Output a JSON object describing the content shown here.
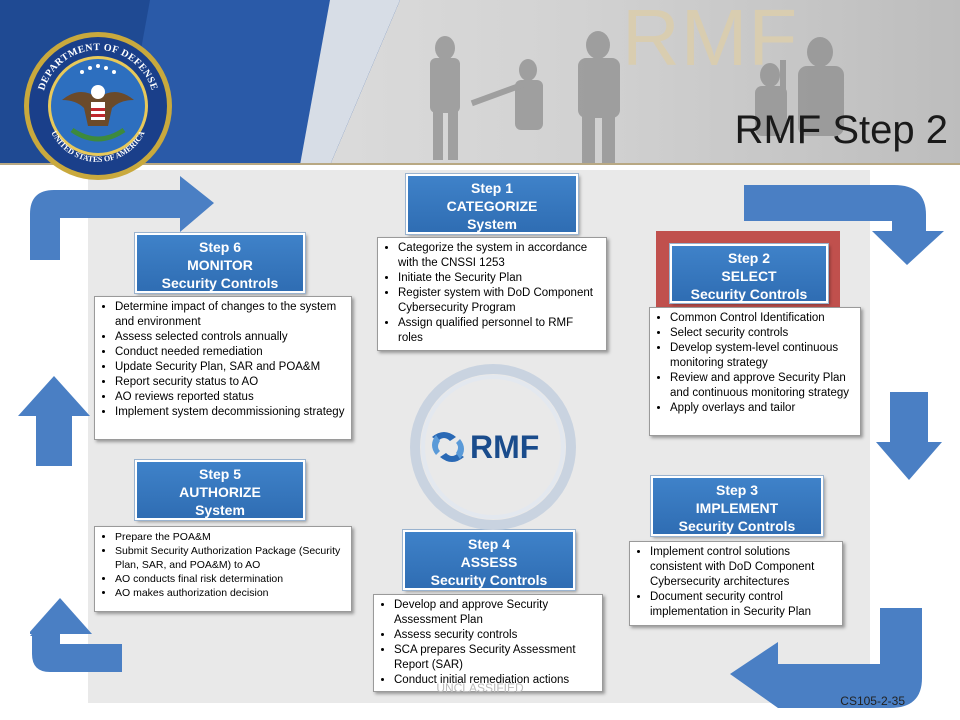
{
  "header": {
    "watermark": "RMF",
    "title": "RMF Step 2"
  },
  "seal": {
    "icon": "dod-seal-icon",
    "text_top": "DEPARTMENT OF DEFENSE",
    "text_bottom": "UNITED STATES OF AMERICA"
  },
  "logo": {
    "icon": "rmf-logo-icon",
    "text": "RMF"
  },
  "colors": {
    "step_blue": "#3578c0",
    "arrow_blue": "#4a7fc4",
    "highlight_red": "#c0504d",
    "panel_gray": "#e9e9e9"
  },
  "steps": {
    "step1": {
      "lines": [
        "Step 1",
        "CATEGORIZE",
        "System"
      ],
      "bullets": [
        "Categorize the system in accordance with the CNSSI 1253",
        "Initiate the Security Plan",
        "Register system with DoD Component Cybersecurity Program",
        "Assign qualified personnel to RMF roles"
      ]
    },
    "step2": {
      "lines": [
        "Step 2",
        "SELECT",
        "Security Controls"
      ],
      "highlighted": true,
      "bullets": [
        "Common Control Identification",
        "Select security controls",
        "Develop system-level continuous monitoring strategy",
        "Review and approve Security Plan and continuous monitoring strategy",
        "Apply overlays and tailor"
      ]
    },
    "step3": {
      "lines": [
        "Step 3",
        "IMPLEMENT",
        "Security Controls"
      ],
      "bullets": [
        "Implement control solutions consistent with DoD Component Cybersecurity architectures",
        "Document security control implementation in Security Plan"
      ]
    },
    "step4": {
      "lines": [
        "Step 4",
        "ASSESS",
        "Security Controls"
      ],
      "bullets": [
        "Develop and approve Security Assessment Plan",
        "Assess security controls",
        "SCA prepares Security Assessment Report (SAR)",
        "Conduct initial remediation actions"
      ]
    },
    "step5": {
      "lines": [
        "Step 5",
        "AUTHORIZE",
        "System"
      ],
      "bullets": [
        "Prepare the POA&M",
        "Submit Security Authorization Package (Security Plan, SAR, and POA&M) to AO",
        "AO conducts final risk determination",
        "AO makes authorization decision"
      ]
    },
    "step6": {
      "lines": [
        "Step 6",
        "MONITOR",
        "Security Controls"
      ],
      "bullets": [
        "Determine impact of changes to the system and environment",
        "Assess selected controls annually",
        "Conduct needed remediation",
        "Update Security Plan, SAR and POA&M",
        "Report security status to AO",
        "AO reviews reported status",
        "Implement system decommissioning strategy"
      ]
    }
  },
  "footer": {
    "classification": "UNCLASSIFIED",
    "code": "CS105-2-35"
  }
}
